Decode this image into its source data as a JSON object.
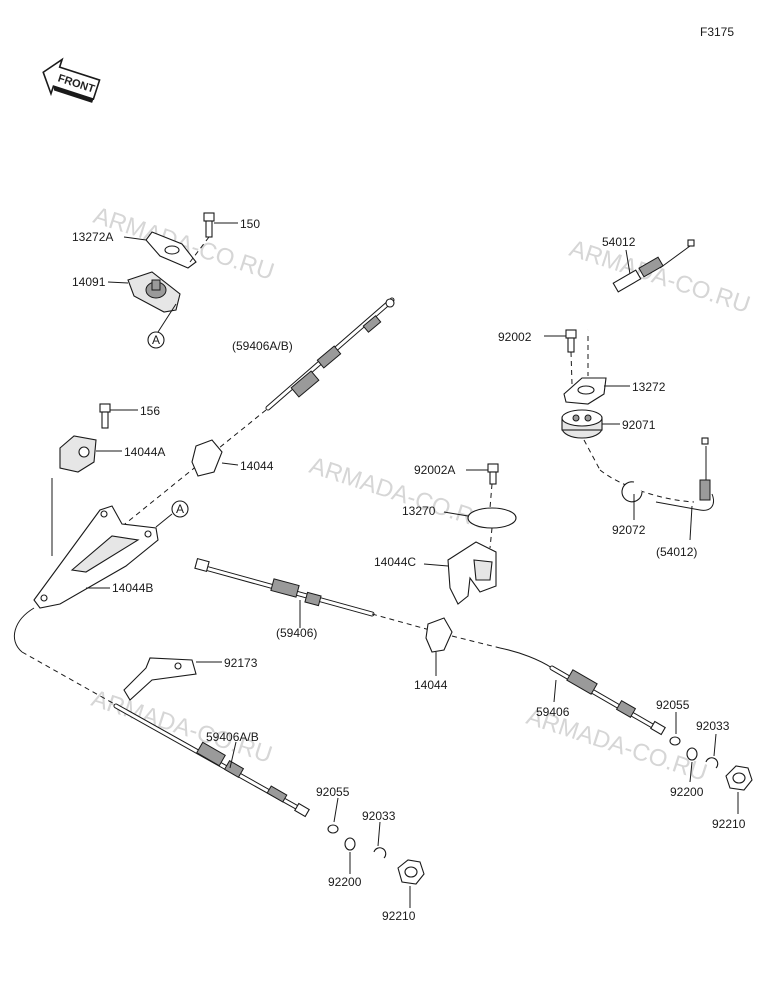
{
  "figure_code": "F3175",
  "front_label": "FRONT",
  "watermark": "ARMADA-CO.RU",
  "callout_ref": "A",
  "parts": {
    "p150": "150",
    "p13272A": "13272A",
    "p14091": "14091",
    "p59406AB_paren": "(59406A/B)",
    "p156": "156",
    "p14044A": "14044A",
    "p14044_top": "14044",
    "p14044B": "14044B",
    "p59406_paren": "(59406)",
    "p92173": "92173",
    "p59406AB": "59406A/B",
    "p92055_left": "92055",
    "p92033_left": "92033",
    "p92200_left": "92200",
    "p92210_left": "92210",
    "p92002A": "92002A",
    "p13270": "13270",
    "p14044C": "14044C",
    "p14044_mid": "14044",
    "p59406": "59406",
    "p92055_right": "92055",
    "p92033_right": "92033",
    "p92200_right": "92200",
    "p92210_right": "92210",
    "p54012": "54012",
    "p92002": "92002",
    "p13272": "13272",
    "p92071": "92071",
    "p92072": "92072",
    "p54012_paren": "(54012)"
  }
}
